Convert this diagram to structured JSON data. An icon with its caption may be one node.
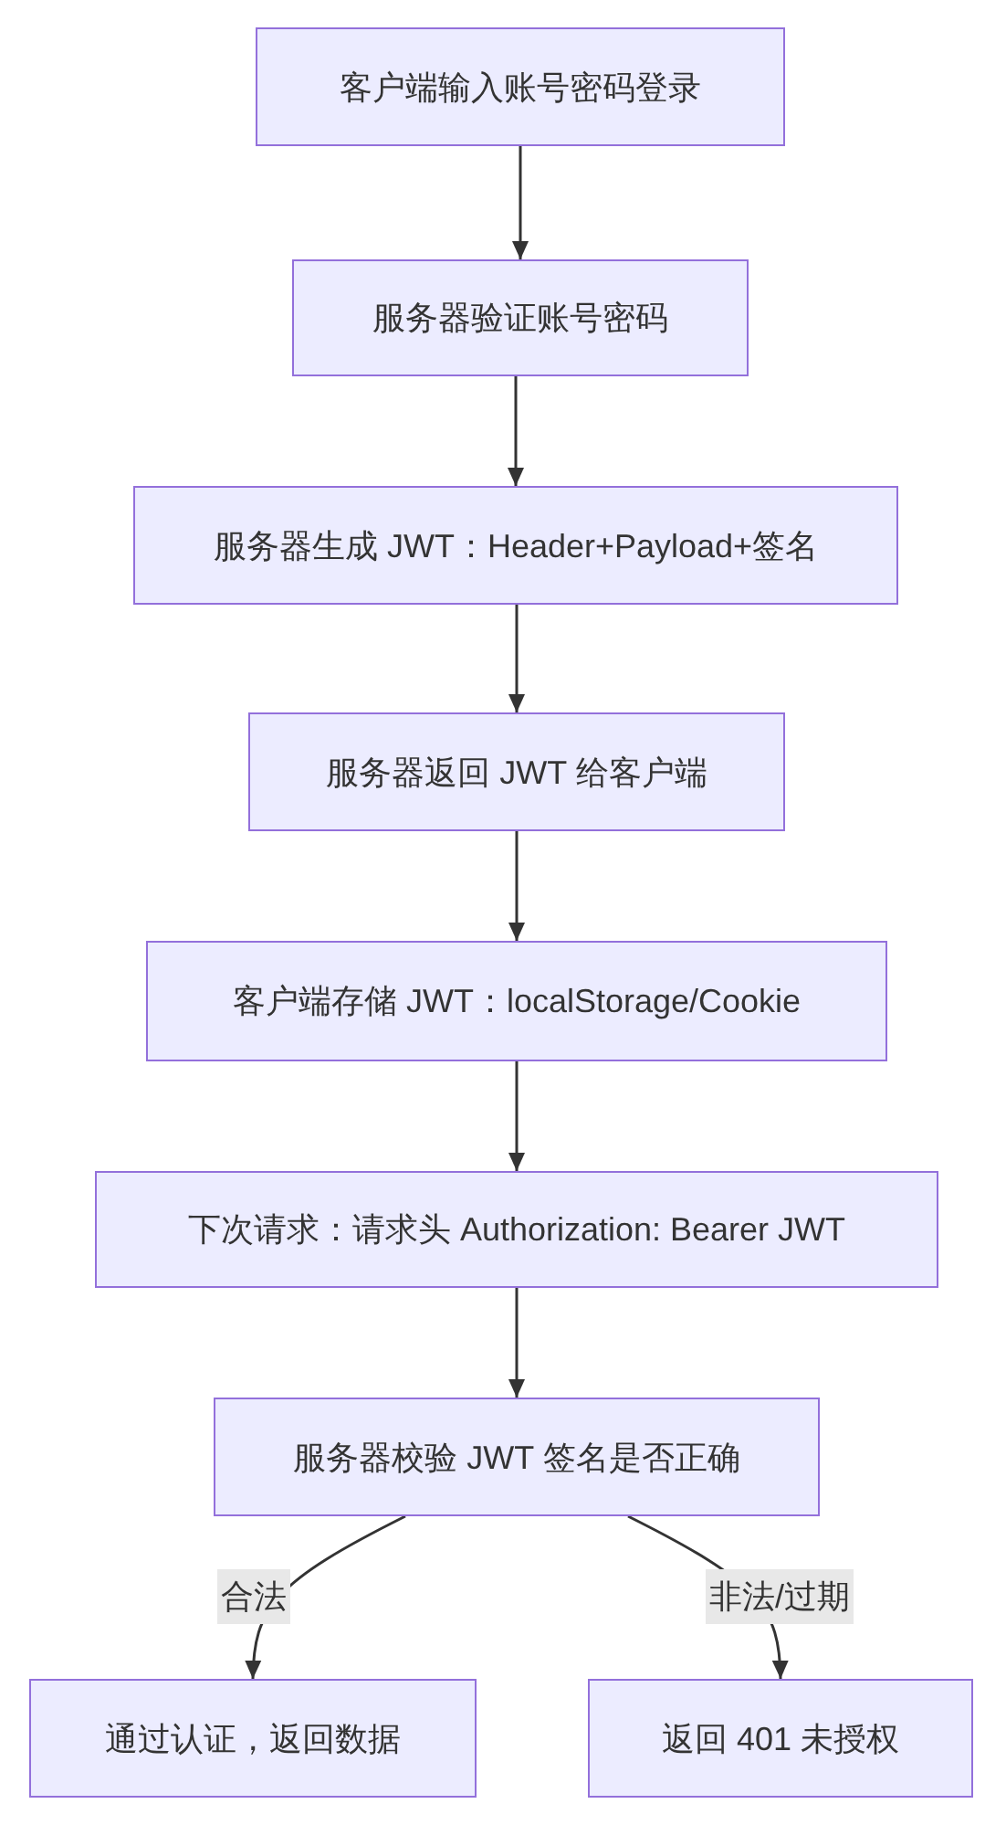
{
  "diagram": {
    "nodes": [
      {
        "text": [
          "客户端输入账号密码登录"
        ]
      },
      {
        "text": [
          "服务器验证账号密码"
        ]
      },
      {
        "text": [
          "服务器生成 JWT：Header+Payload+签名"
        ]
      },
      {
        "text": [
          "服务器返回 JWT 给客户端"
        ]
      },
      {
        "text": [
          "客户端存储 JWT：localStorage/Cookie"
        ]
      },
      {
        "text": [
          "下次请求：请求头 Authorization: Bearer JWT"
        ]
      },
      {
        "text": [
          "服务器校验 JWT 签名是否正确"
        ]
      },
      {
        "text": [
          "通过认证，返回数据"
        ]
      },
      {
        "text": [
          "返回 401 未授权"
        ]
      }
    ],
    "edges": [
      {
        "from": 0,
        "to": 1,
        "arrow": "to"
      },
      {
        "from": 1,
        "to": 2,
        "arrow": "to"
      },
      {
        "from": 2,
        "to": 3,
        "arrow": "to"
      },
      {
        "from": 3,
        "to": 4,
        "arrow": "to"
      },
      {
        "from": 4,
        "to": 5,
        "arrow": "to"
      },
      {
        "from": 5,
        "to": 6,
        "arrow": "to"
      },
      {
        "from": 6,
        "to": 7,
        "arrow": "to",
        "label": "合法"
      },
      {
        "from": 6,
        "to": 8,
        "arrow": "to",
        "label": "非法/过期"
      }
    ]
  }
}
